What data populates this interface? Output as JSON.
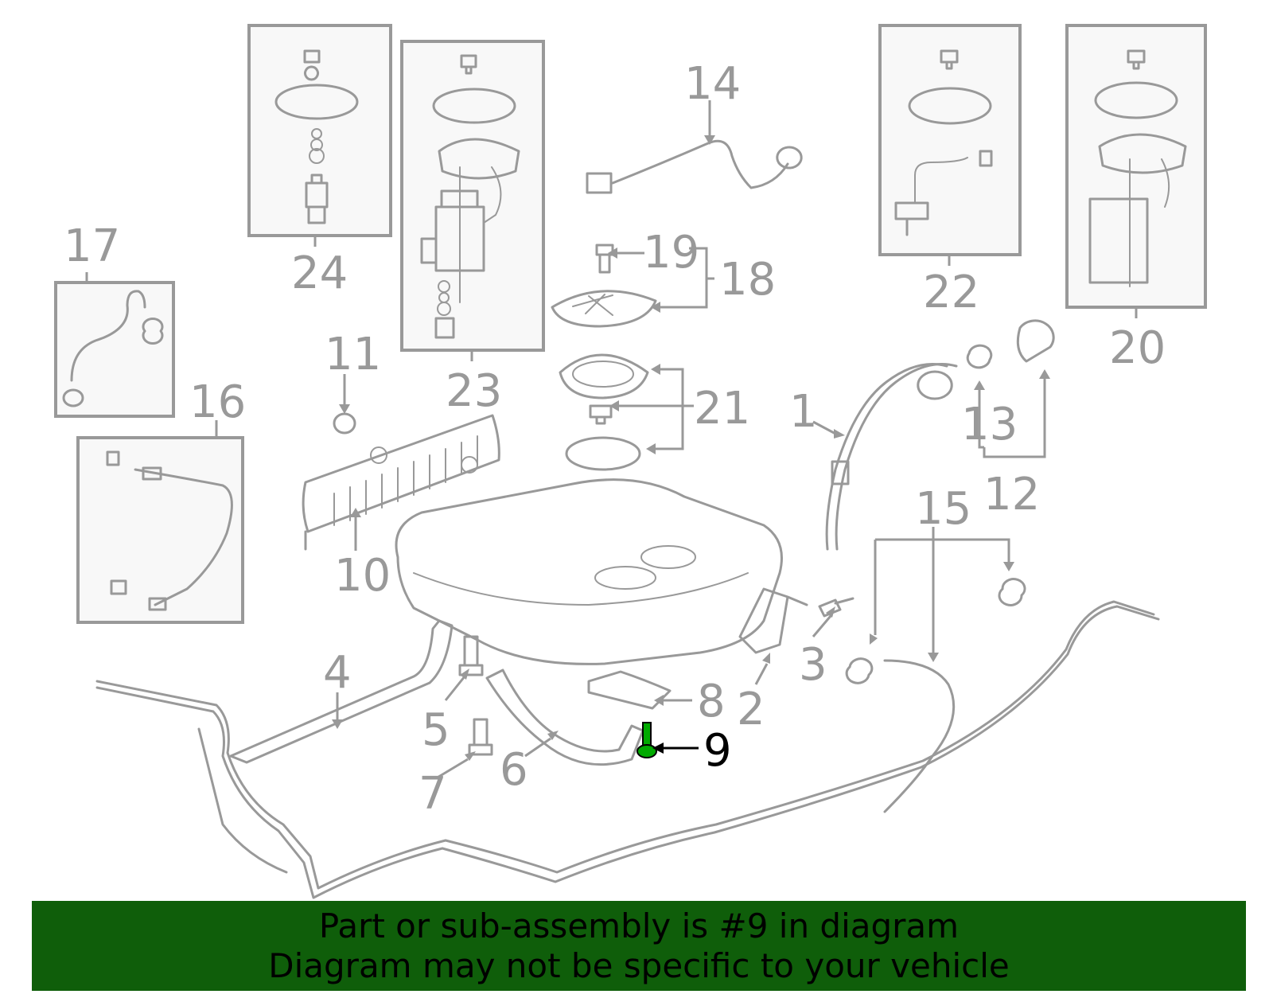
{
  "colors": {
    "linework": "#999999",
    "highlight_part": "#00aa00",
    "banner_background": "#0f5e0a",
    "banner_text": "#000000"
  },
  "callouts": [
    "1",
    "2",
    "3",
    "4",
    "5",
    "6",
    "7",
    "8",
    "9",
    "10",
    "11",
    "12",
    "13",
    "14",
    "15",
    "16",
    "17",
    "18",
    "19",
    "20",
    "21",
    "22",
    "23",
    "24"
  ],
  "highlighted_callout": "9",
  "banner": {
    "line1": "Part or sub-assembly is #9 in diagram",
    "line2": "Diagram may not be specific to your vehicle"
  }
}
